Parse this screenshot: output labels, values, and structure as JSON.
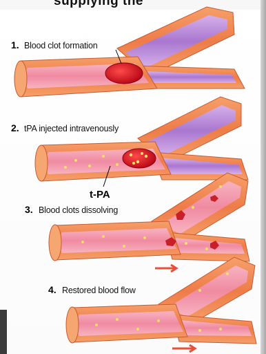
{
  "header_fragment": "supplying the",
  "steps": [
    {
      "number": "1.",
      "label": "Blood clot formation"
    },
    {
      "number": "2.",
      "label": "tPA injected intravenously"
    },
    {
      "number": "3.",
      "label": "Blood clots dissolving"
    },
    {
      "number": "4.",
      "label": "Restored blood flow"
    }
  ],
  "callout": "t-PA",
  "colors": {
    "vessel_outer": "#f08a4c",
    "vessel_wall": "#e46a3c",
    "lumen": "#f5a0b0",
    "branch_purple": "#b98ad6",
    "clot": "#d8141a",
    "arrow": "#e8503a"
  }
}
